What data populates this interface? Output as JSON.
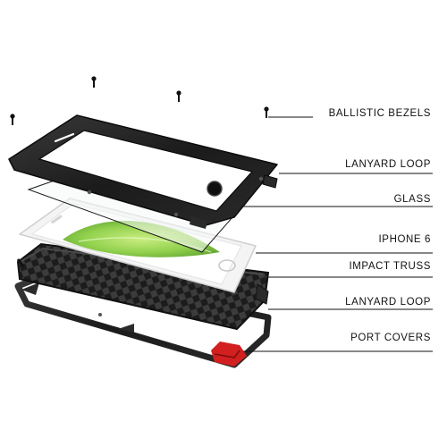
{
  "labels": [
    "BALLISTIC BEZELS",
    "LANYARD LOOP",
    "GLASS",
    "IPHONE 6",
    "IMPACT TRUSS",
    "LANYARD LOOP",
    "PORT COVERS"
  ],
  "colors": {
    "background": "#ffffff",
    "case_metal": "#1b1b1b",
    "case_highlight": "#3a3a3a",
    "screen_leaf": "#9cd35a",
    "port_cover_red": "#d21f1f",
    "leader_line": "#111111"
  },
  "icons": [
    "screw-icon",
    "lanyard-loop-icon"
  ]
}
